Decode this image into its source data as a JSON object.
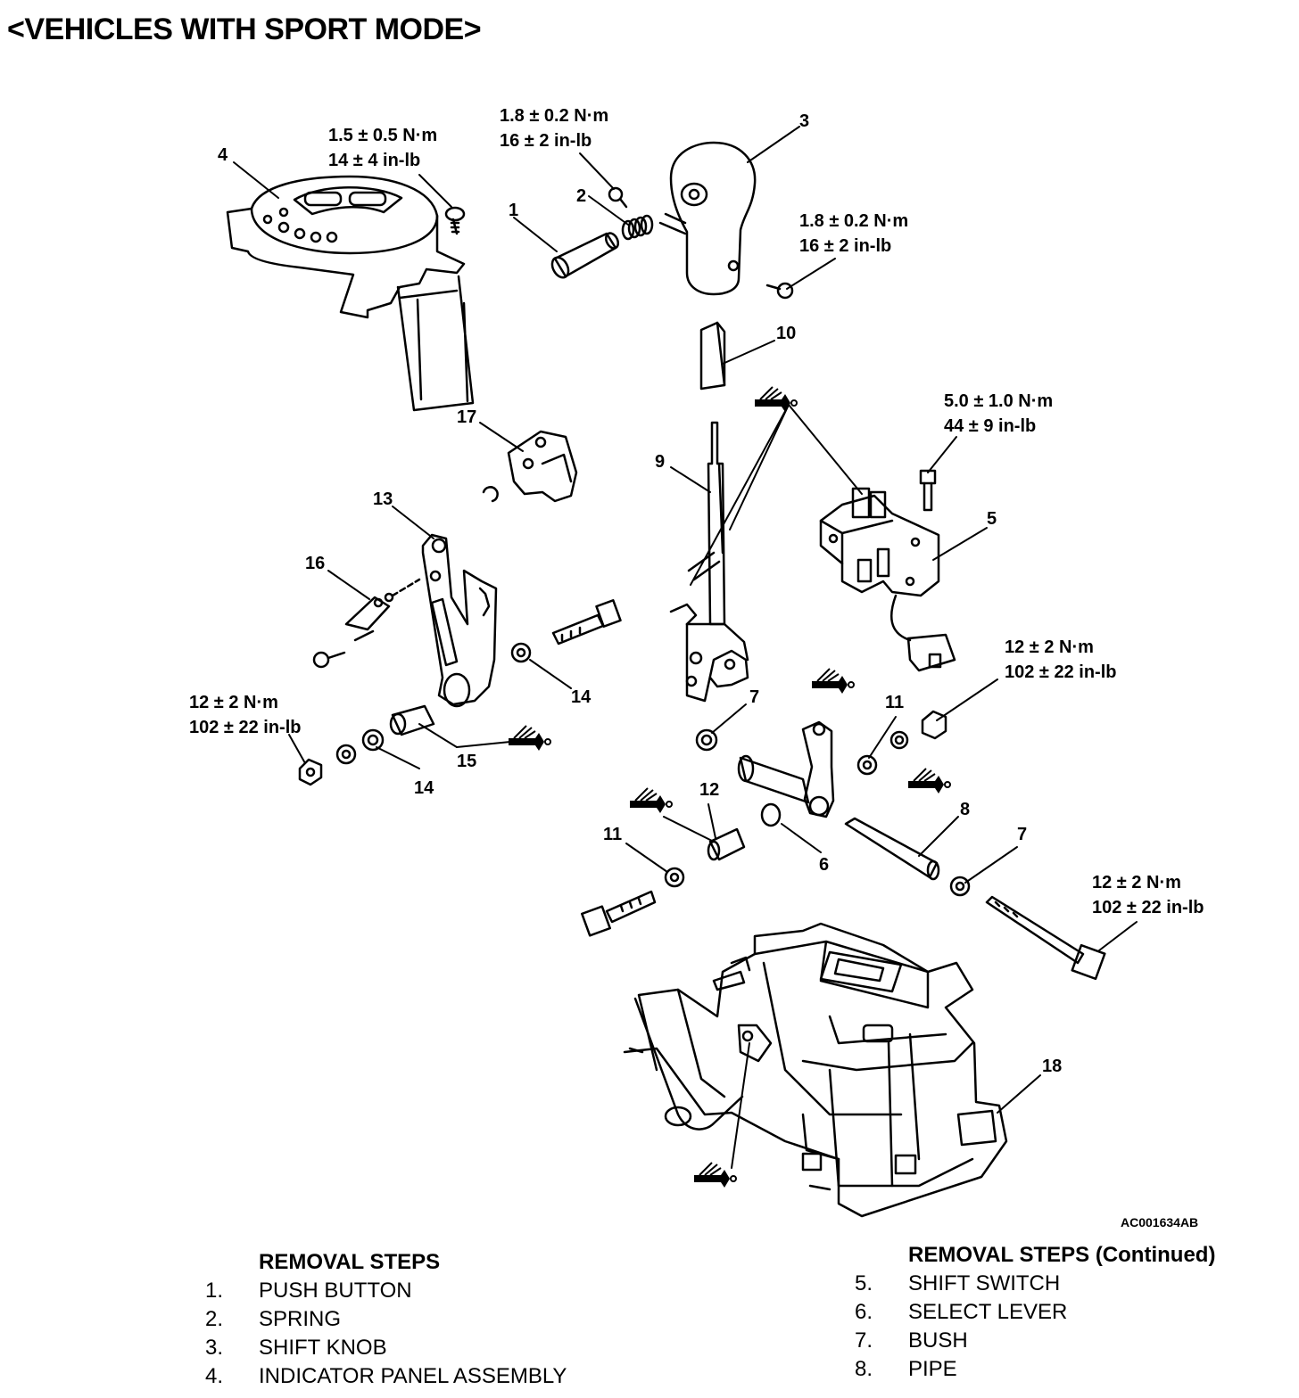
{
  "title": "<VEHICLES WITH SPORT MODE>",
  "figure_id": "AC001634AB",
  "torque_specs": {
    "indicator_screw": [
      "1.5 ± 0.5 N·m",
      "14 ± 4 in-lb"
    ],
    "knob_top_screw": [
      "1.8 ± 0.2 N·m",
      "16 ± 2 in-lb"
    ],
    "knob_side_screw": [
      "1.8 ± 0.2 N·m",
      "16 ± 2 in-lb"
    ],
    "switch_bolt": [
      "5.0 ± 1.0 N·m",
      "44 ± 9 in-lb"
    ],
    "right_nut": [
      "12 ± 2 N·m",
      "102 ± 22 in-lb"
    ],
    "left_nut": [
      "12 ± 2 N·m",
      "102 ± 22 in-lb"
    ],
    "long_bolt": [
      "12 ± 2 N·m",
      "102 ± 22 in-lb"
    ]
  },
  "callouts": {
    "c1": "1",
    "c2": "2",
    "c3": "3",
    "c4": "4",
    "c5": "5",
    "c6": "6",
    "c7a": "7",
    "c7b": "7",
    "c8": "8",
    "c9": "9",
    "c10": "10",
    "c11a": "11",
    "c11b": "11",
    "c12": "12",
    "c13": "13",
    "c14a": "14",
    "c14b": "14",
    "c15": "15",
    "c16": "16",
    "c17": "17",
    "c18": "18"
  },
  "removal_steps": {
    "heading": "REMOVAL STEPS",
    "items": [
      {
        "num": "1.",
        "label": "PUSH BUTTON"
      },
      {
        "num": "2.",
        "label": "SPRING"
      },
      {
        "num": "3.",
        "label": "SHIFT KNOB"
      },
      {
        "num": "4.",
        "label": "INDICATOR PANEL ASSEMBLY"
      }
    ]
  },
  "removal_steps_continued": {
    "heading": "REMOVAL STEPS (Continued)",
    "items": [
      {
        "num": "5.",
        "label": "SHIFT SWITCH"
      },
      {
        "num": "6.",
        "label": "SELECT LEVER"
      },
      {
        "num": "7.",
        "label": "BUSH"
      },
      {
        "num": "8.",
        "label": "PIPE"
      }
    ]
  }
}
